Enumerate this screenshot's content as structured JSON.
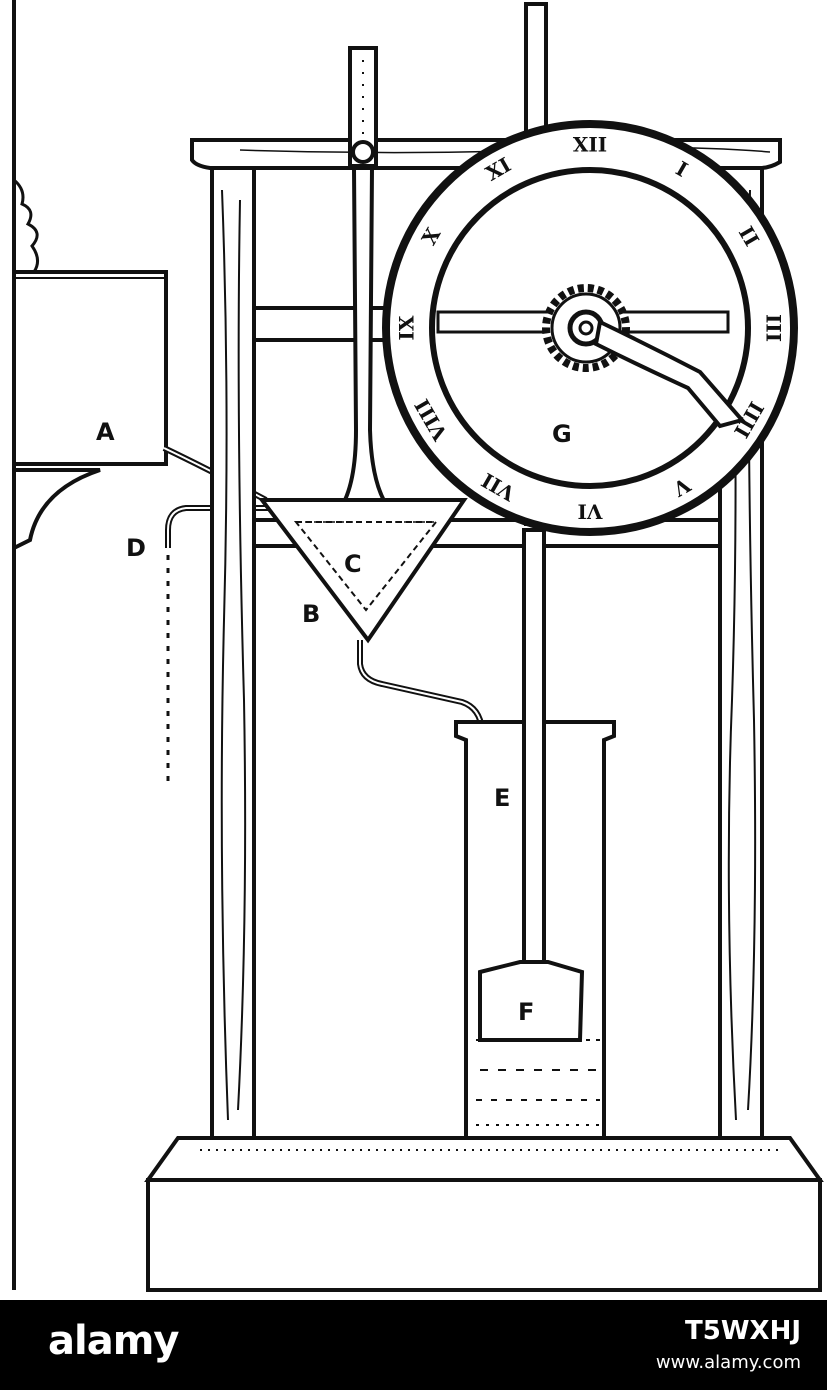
{
  "labels": {
    "a": "A",
    "b": "B",
    "c": "C",
    "d": "D",
    "e": "E",
    "f": "F",
    "g": "G"
  },
  "dial_numerals": [
    "XII",
    "I",
    "II",
    "III",
    "IIII",
    "V",
    "VI",
    "VII",
    "VIII",
    "IX",
    "X",
    "XI"
  ],
  "footer": {
    "logo": "alamy",
    "image_id": "T5WXHJ",
    "site": "www.alamy.com"
  },
  "colors": {
    "ink": "#111111",
    "paper": "#ffffff",
    "footer_bg": "#000000",
    "footer_text": "#ffffff"
  }
}
